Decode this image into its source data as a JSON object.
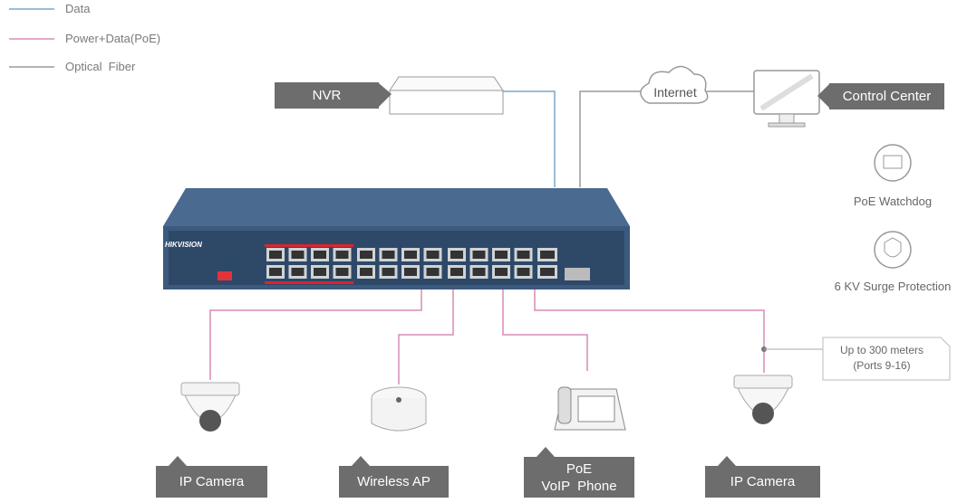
{
  "legend": [
    {
      "label": "Data",
      "color": "#7ba7cc"
    },
    {
      "label": "Power+Data(PoE)",
      "color": "#d98cb5"
    },
    {
      "label": "Optical  Fiber",
      "color": "#9a9a9a"
    }
  ],
  "nodes": {
    "nvr": "NVR",
    "internet": "Internet",
    "control_center": "Control Center",
    "switch_brand": "HIKVISION",
    "ip_camera_1": "IP Camera",
    "wireless_ap": "Wireless AP",
    "voip_phone_line1": "PoE",
    "voip_phone_line2": "VoIP  Phone",
    "ip_camera_2": "IP Camera"
  },
  "features": [
    "PoE Watchdog",
    "6 KV Surge Protection"
  ],
  "callout": {
    "line1": "Up to 300 meters",
    "line2": "(Ports 9-16)"
  },
  "colors": {
    "data": "#7ba7cc",
    "poe": "#d98cb5",
    "fiber": "#9a9a9a",
    "switch": "#3f5e82",
    "tag": "#6d6d6d"
  }
}
